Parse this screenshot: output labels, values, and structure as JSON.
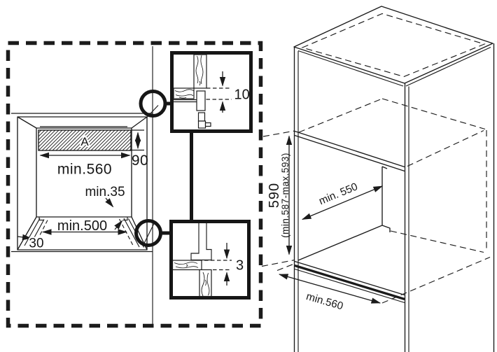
{
  "colors": {
    "ink": "#1b1b1b",
    "background": "#ffffff"
  },
  "figure": {
    "front_view": {
      "vent_label": "A",
      "dim_top_width": "min.560",
      "dim_vent_height": "90",
      "dim_rear_clearance": "min.35",
      "dim_bottom_width": "min.500",
      "dim_rail_width": "30"
    },
    "detail_top": {
      "dim_gap": "10"
    },
    "detail_bottom": {
      "dim_gap": "3"
    },
    "isometric_view": {
      "dim_depth": "min. 550",
      "dim_niche_width": "min.560",
      "dim_niche_height": "590",
      "dim_niche_height_range": "(min.587-max.593)"
    }
  }
}
